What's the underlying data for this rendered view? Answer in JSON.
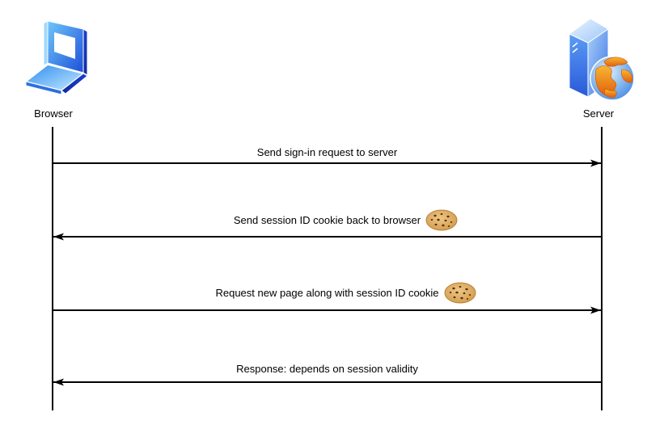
{
  "diagram": {
    "type": "sequence-diagram",
    "actors": [
      {
        "id": "browser",
        "label": "Browser",
        "icon": "laptop-icon"
      },
      {
        "id": "server",
        "label": "Server",
        "icon": "server-globe-icon"
      }
    ],
    "messages": [
      {
        "label": "Send sign-in request to server",
        "from": "Browser",
        "to": "Server",
        "has_cookie": false
      },
      {
        "label": "Send session ID cookie back to browser",
        "from": "Server",
        "to": "Browser",
        "has_cookie": true
      },
      {
        "label": "Request new page along with session ID cookie",
        "from": "Browser",
        "to": "Server",
        "has_cookie": true
      },
      {
        "label": "Response: depends on session validity",
        "from": "Server",
        "to": "Browser",
        "has_cookie": false
      }
    ],
    "icons": [
      "laptop-icon",
      "server-globe-icon",
      "cookie-icon"
    ],
    "colors": {
      "arrow": "#000000",
      "lifeline": "#000000",
      "text": "#000000",
      "background": "#ffffff",
      "laptop_blue_light": "#6fc7fb",
      "laptop_blue_dark": "#1e4fd8",
      "server_blue": "#3c7cf0",
      "globe_ocean": "#3f87e0",
      "globe_orange": "#f59b23",
      "cookie_tan": "#d8a45c",
      "cookie_chip": "#4f2e14"
    }
  }
}
